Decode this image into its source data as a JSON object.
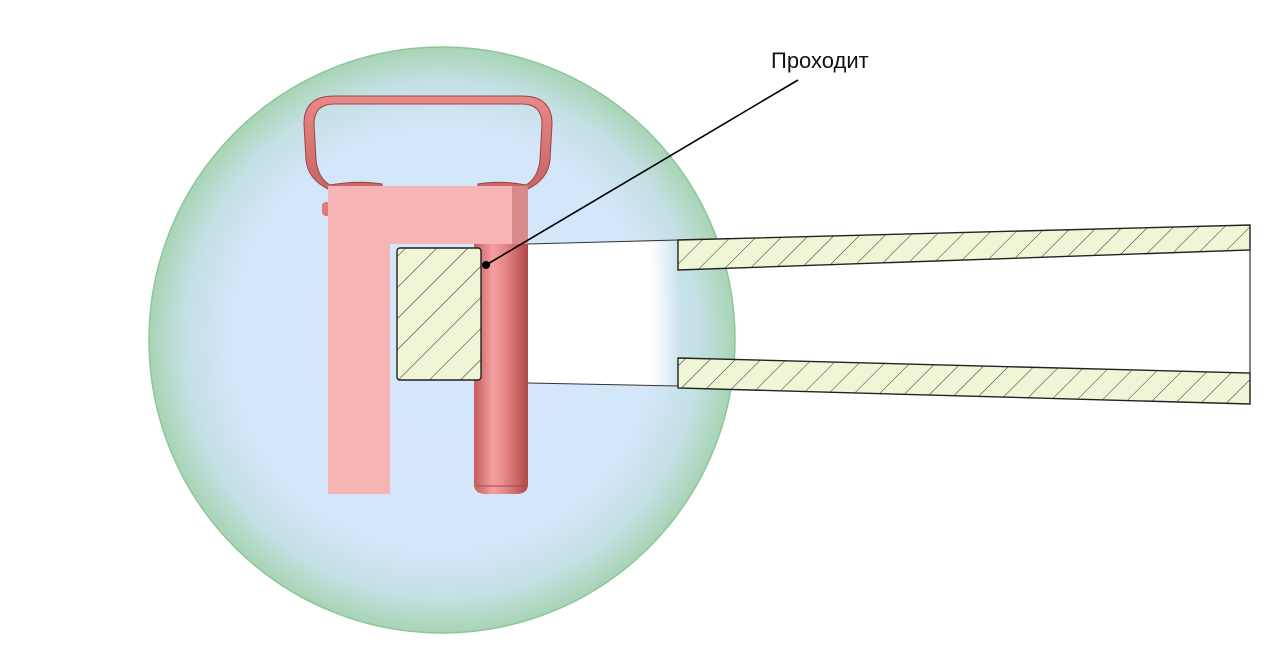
{
  "annotation": {
    "label": "Проходит"
  },
  "colors": {
    "background": "#ffffff",
    "zoom_circle_fill": "#d5e6fb",
    "zoom_circle_edge": "#9ccfa6",
    "pin_body": "#f7b4b4",
    "pin_handle": "#e07a7a",
    "section_fill": "#f0f7d8",
    "hatch_stroke": "#222222",
    "leader_line": "#000000"
  },
  "icons": {
    "hatched_sections": "diagonal-hatch",
    "leader_marker": "dot"
  }
}
